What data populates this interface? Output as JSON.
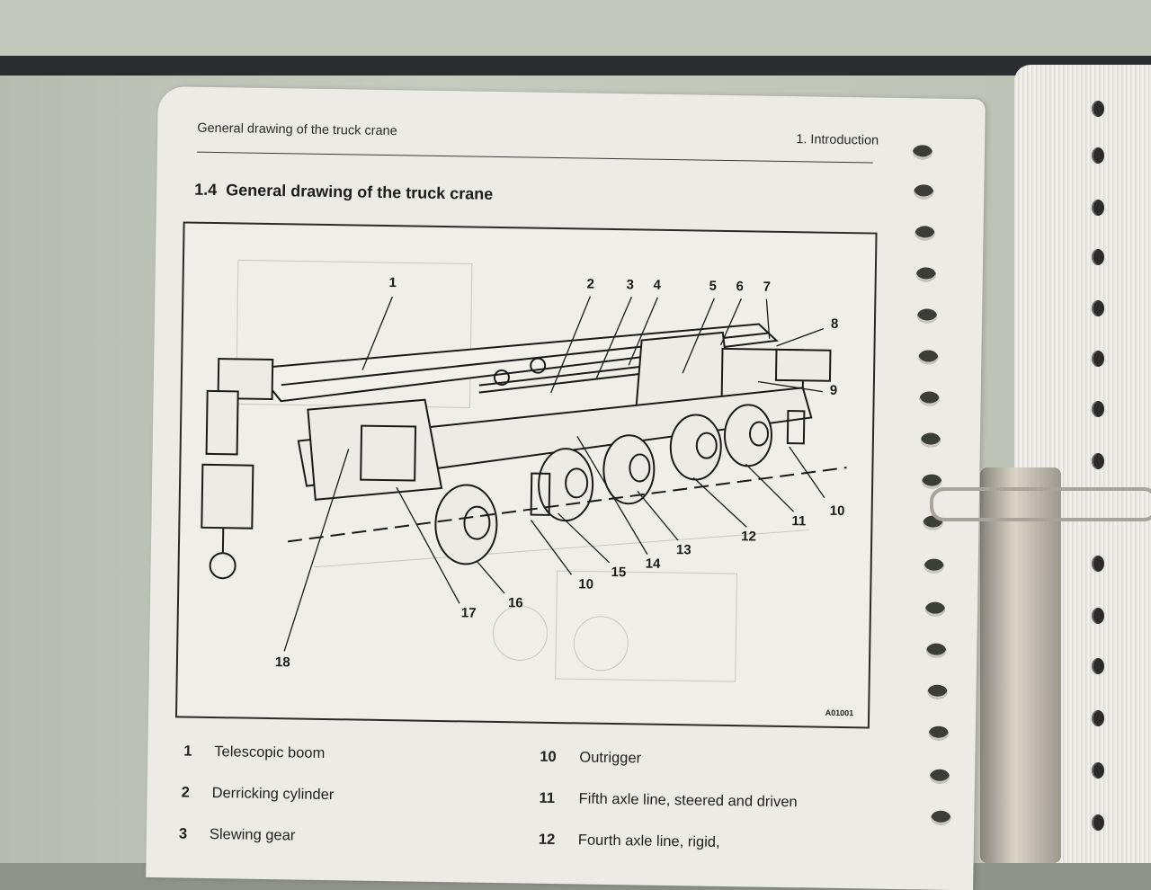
{
  "header": {
    "left": "General drawing of the truck crane",
    "right": "1. Introduction"
  },
  "section": {
    "number": "1.4",
    "title": "General drawing of the truck crane"
  },
  "figure": {
    "code": "A01001",
    "callouts": [
      "1",
      "2",
      "3",
      "4",
      "5",
      "6",
      "7",
      "8",
      "9",
      "10",
      "10",
      "11",
      "12",
      "13",
      "14",
      "15",
      "16",
      "17",
      "18"
    ]
  },
  "legend": [
    {
      "num": "1",
      "text": "Telescopic boom"
    },
    {
      "num": "2",
      "text": "Derricking cylinder"
    },
    {
      "num": "3",
      "text": "Slewing gear"
    },
    {
      "num": "10",
      "text": "Outrigger"
    },
    {
      "num": "11",
      "text": "Fifth axle line, steered and driven"
    },
    {
      "num": "12",
      "text": "Fourth axle line, rigid,"
    }
  ]
}
